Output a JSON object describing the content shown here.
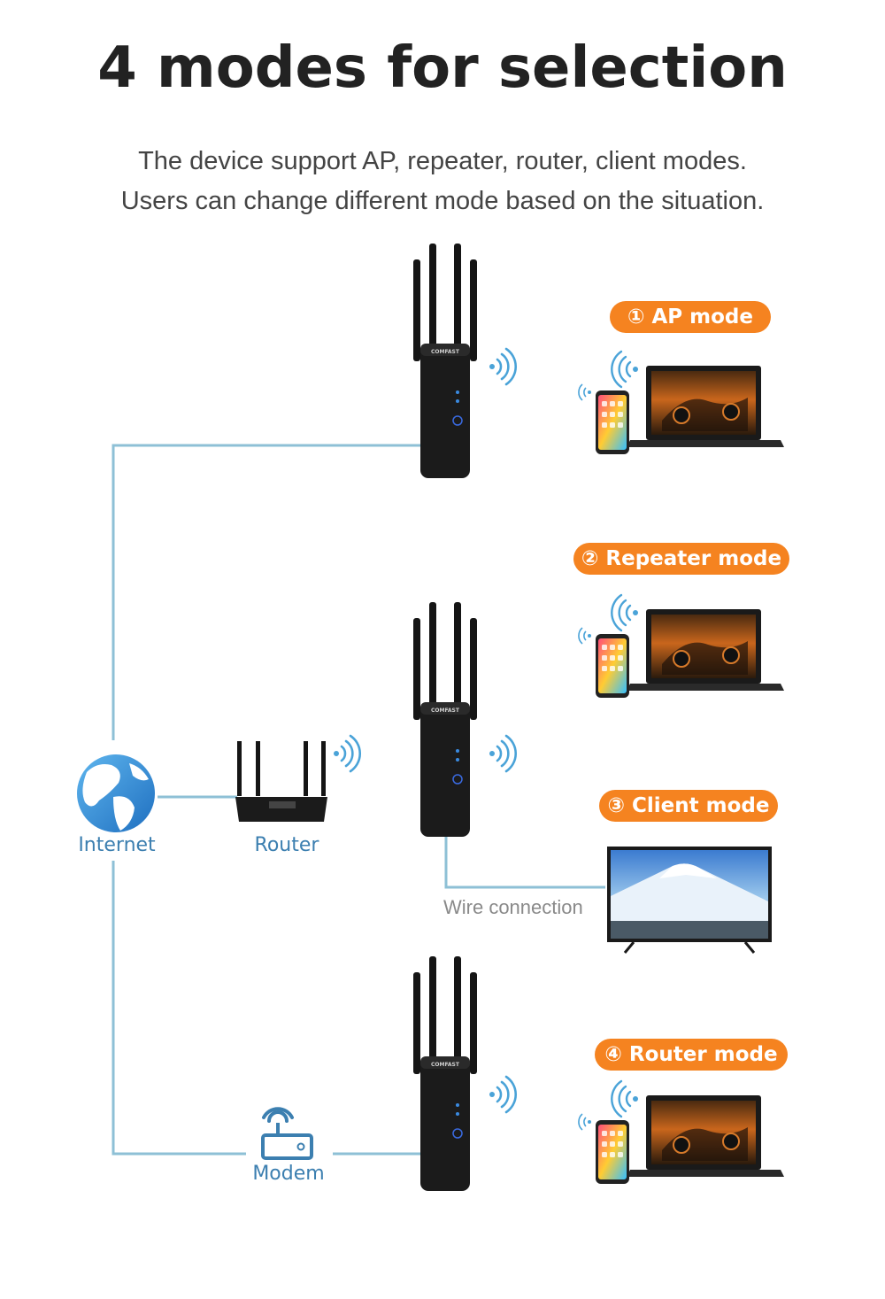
{
  "header": {
    "title": "4 modes for selection",
    "subtitle_line1": "The device support AP, repeater, router, client modes.",
    "subtitle_line2": "Users can change different mode based on the situation."
  },
  "colors": {
    "accent": "#f58320",
    "line": "#8ec0d6",
    "label": "#3c7fb0",
    "wire_text": "#8a8a8a"
  },
  "nodes": {
    "internet": "Internet",
    "router": "Router",
    "modem": "Modem",
    "wire": "Wire connection",
    "device_brand": "COMFAST"
  },
  "modes": [
    {
      "label": "① AP  mode"
    },
    {
      "label": "② Repeater mode"
    },
    {
      "label": "③ Client mode"
    },
    {
      "label": "④ Router mode"
    }
  ],
  "icons": {
    "globe": "globe-icon",
    "router": "router-icon",
    "modem": "modem-icon",
    "extender": "wifi-extender-icon",
    "wifi": "wifi-signal-icon",
    "laptop": "laptop-icon",
    "phone": "smartphone-icon",
    "tv": "tv-icon"
  }
}
